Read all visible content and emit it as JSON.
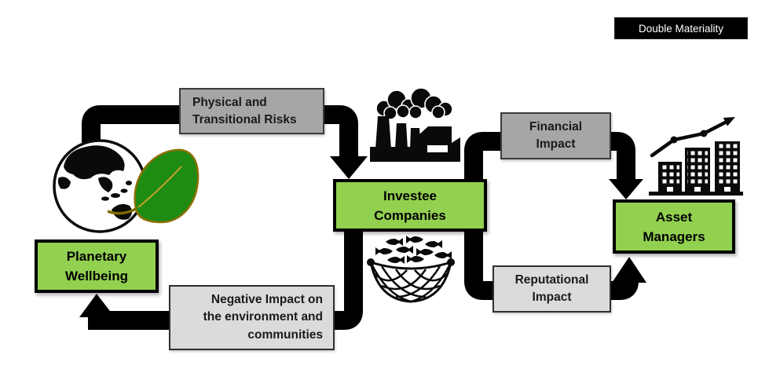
{
  "badge": {
    "label": "Double Materiality"
  },
  "boxes": {
    "physical": {
      "lines": [
        "Physical and",
        "Transitional Risks"
      ]
    },
    "financial": {
      "lines": [
        "Financial",
        "Impact"
      ]
    },
    "investee": {
      "lines": [
        "Investee",
        "Companies"
      ]
    },
    "asset": {
      "lines": [
        "Asset",
        "Managers"
      ]
    },
    "reputational": {
      "lines": [
        "Reputational",
        "Impact"
      ]
    },
    "negative": {
      "lines": [
        "Negative Impact on",
        "the environment and",
        "communities"
      ]
    },
    "planetary": {
      "lines": [
        "Planetary",
        "Wellbeing"
      ]
    }
  },
  "icons": {
    "globe": "earth-globe-with-leaf-icon",
    "factory": "factory-emissions-icon",
    "fishnet": "fish-in-net-icon",
    "buildings": "buildings-growth-chart-icon"
  },
  "colors": {
    "green": "#92d050",
    "dark_gray": "#a6a6a6",
    "light_gray": "#dbdbdb",
    "arrow": "#000000",
    "badge_bg": "#000000",
    "badge_text": "#ffffff",
    "leaf_green": "#1e8c12",
    "text": "#1a1a1a"
  }
}
